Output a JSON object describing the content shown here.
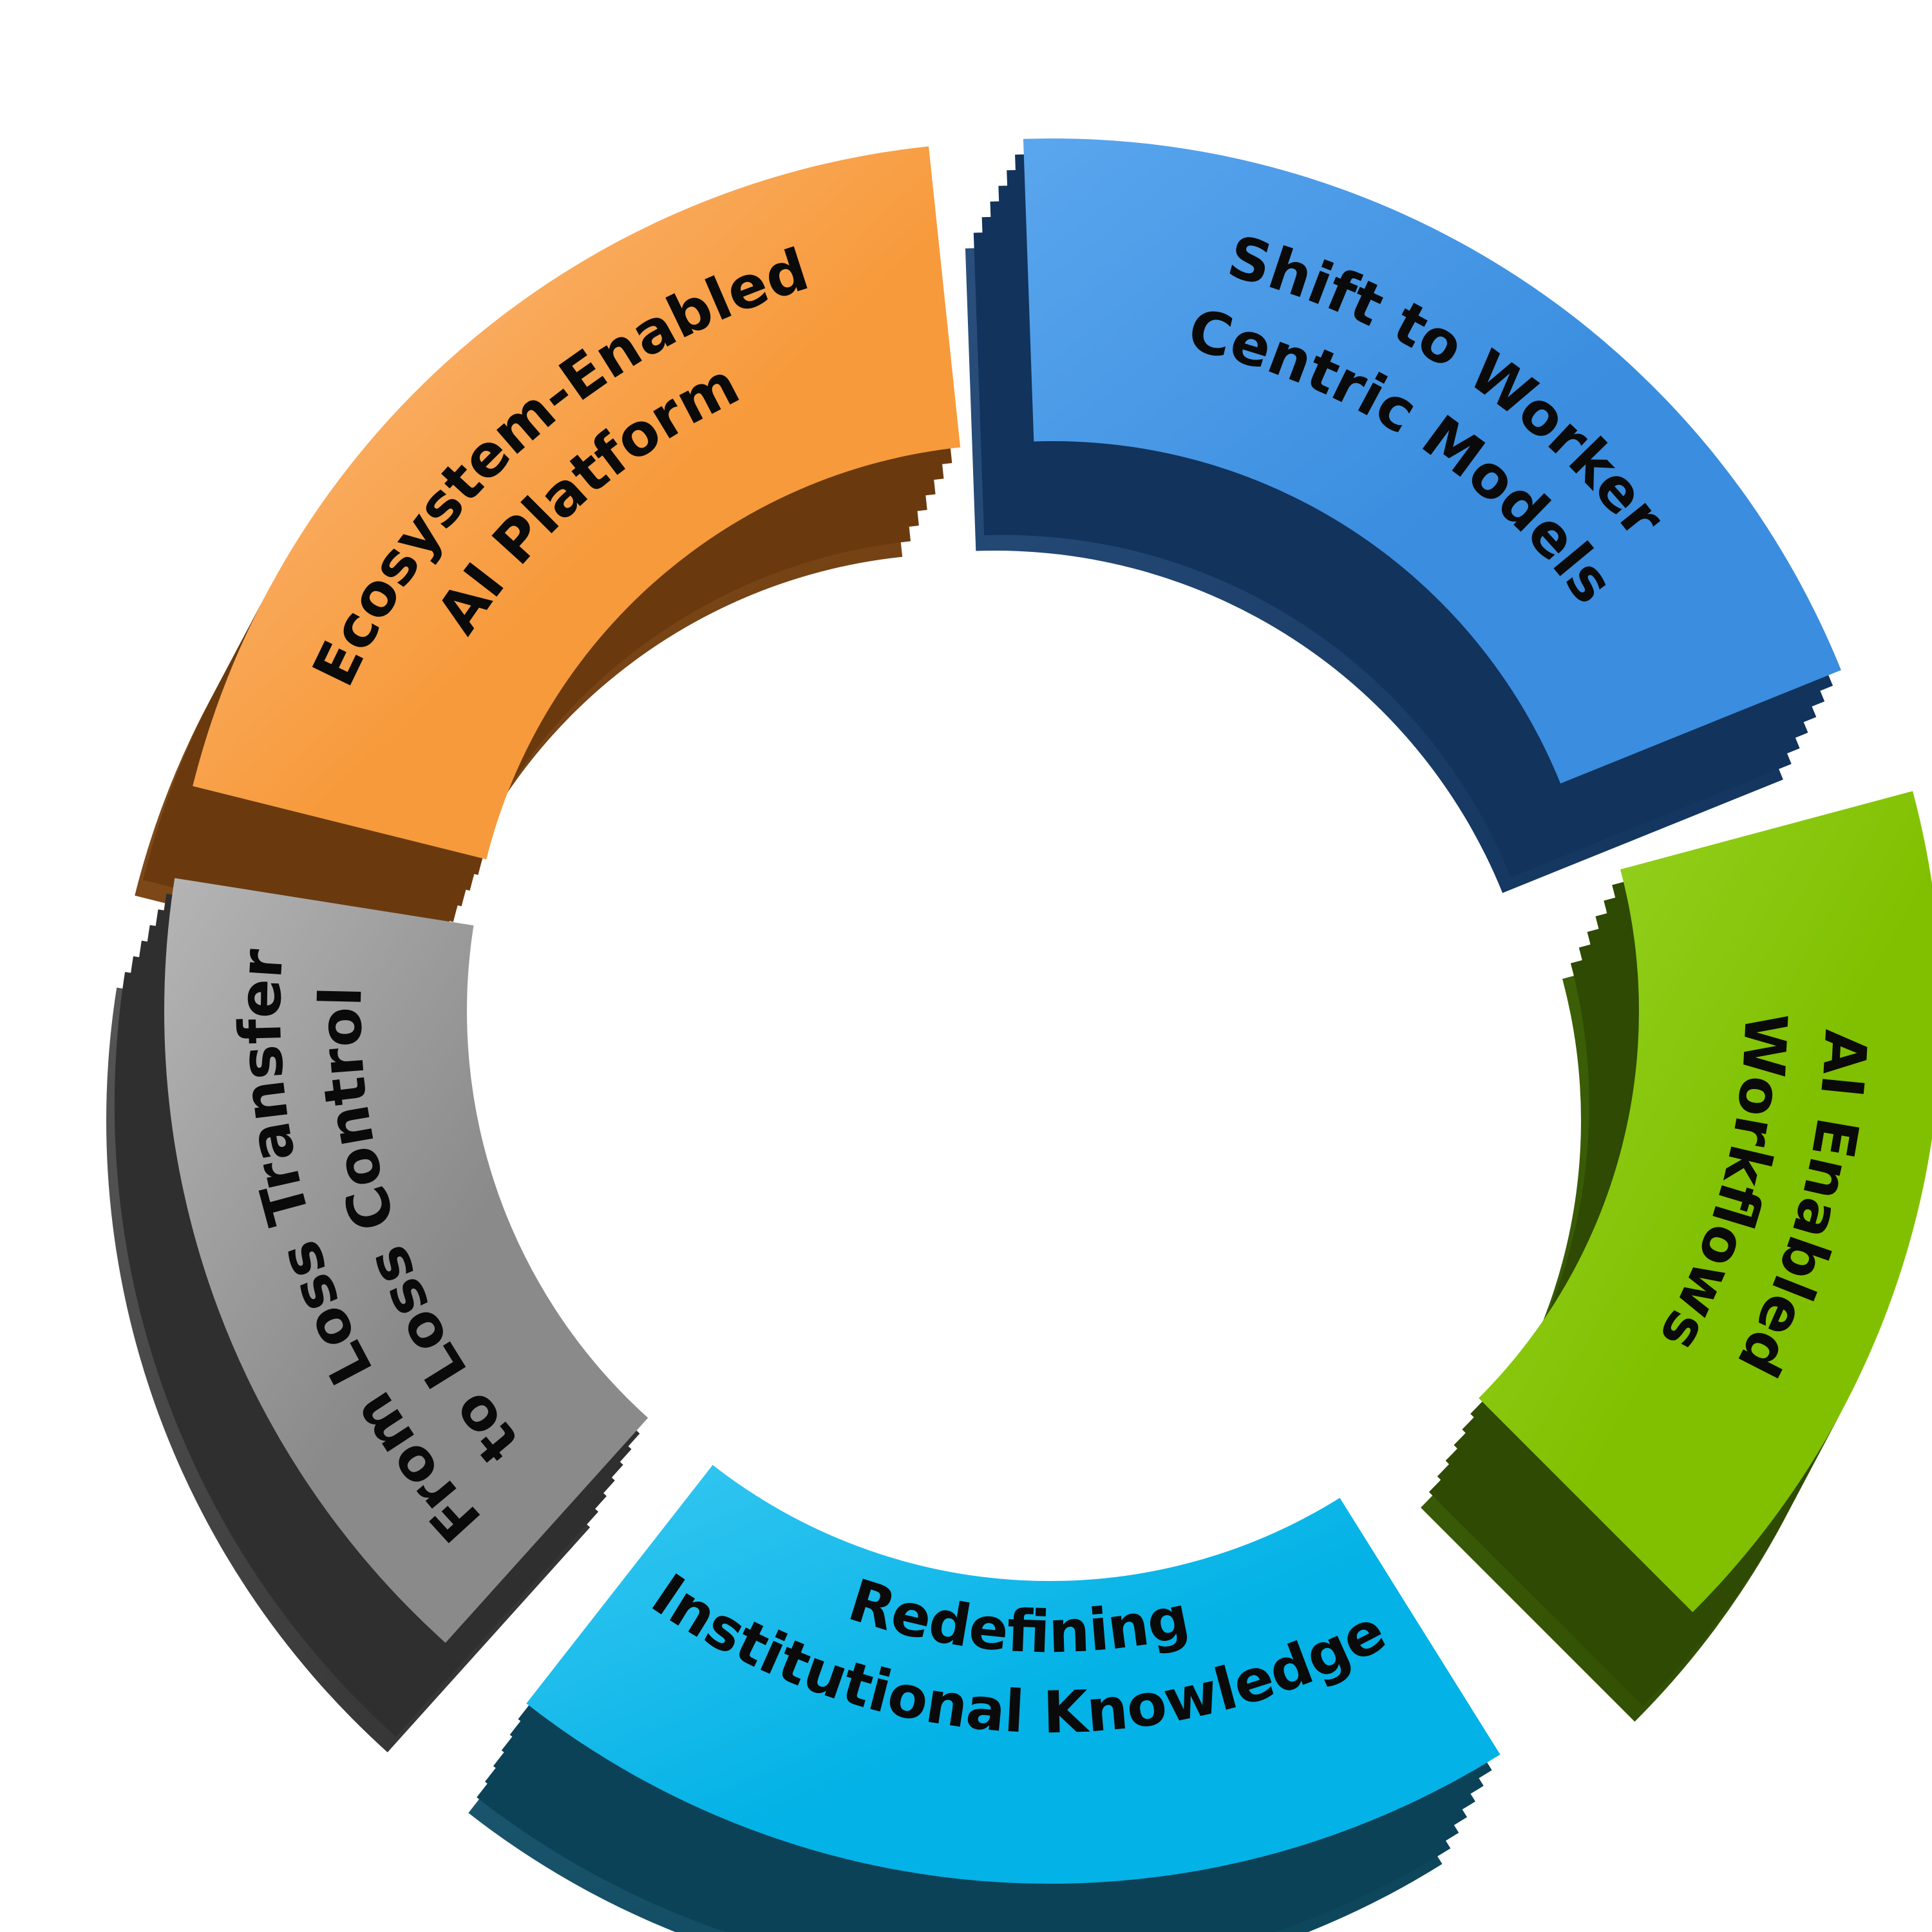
{
  "segments": [
    {
      "id": "ecosystem",
      "lines": [
        "Ecosystem-Enabled",
        "AI Platform"
      ],
      "colors": {
        "top": "#f79a3b",
        "topLight": "#fcc08a",
        "side": "#6a3a0e",
        "sideLight": "#8c5420"
      }
    },
    {
      "id": "shift",
      "lines": [
        "Shift to Worker",
        "Centric Models"
      ],
      "colors": {
        "top": "#3a8ddf",
        "topLight": "#5aa6ee",
        "side": "#11335c",
        "sideLight": "#2a4f7c"
      }
    },
    {
      "id": "workflows",
      "lines": [
        "AI Enabled",
        "Workflows"
      ],
      "colors": {
        "top": "#80c000",
        "topLight": "#9ad62a",
        "side": "#2e4a03",
        "sideLight": "#3f6408"
      }
    },
    {
      "id": "knowledge",
      "lines": [
        "Redefining",
        "Institutional Knowledge"
      ],
      "colors": {
        "top": "#03b2e6",
        "topLight": "#39c8f2",
        "side": "#0b4258",
        "sideLight": "#1f5c74"
      }
    },
    {
      "id": "loss",
      "lines": [
        "From Loss Transfer",
        "to Loss Control"
      ],
      "colors": {
        "top": "#8a8a8a",
        "topLight": "#b5b5b5",
        "side": "#2f2f2f",
        "sideLight": "#555555"
      }
    }
  ]
}
